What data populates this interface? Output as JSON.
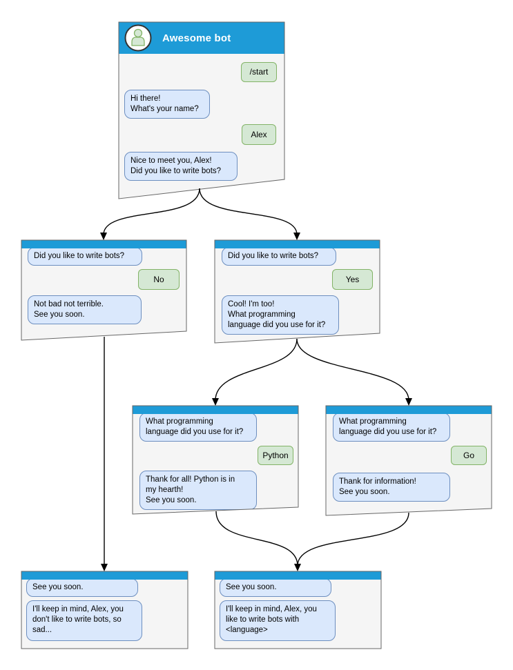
{
  "colors": {
    "header_blue": "#1e9bd7",
    "window_bg": "#f5f5f5",
    "window_border": "#666666",
    "bot_bubble_fill": "#dae8fc",
    "bot_bubble_border": "#6c8ebf",
    "user_bubble_fill": "#d5e8d4",
    "user_bubble_border": "#82b366",
    "arrow": "#000000"
  },
  "windows": [
    {
      "id": "root",
      "title": "Awesome bot",
      "messages": [
        {
          "type": "user",
          "text": "/start"
        },
        {
          "type": "bot",
          "text": "Hi there!\nWhat's your name?"
        },
        {
          "type": "user",
          "text": "Alex"
        },
        {
          "type": "bot",
          "text": "Nice to meet you, Alex!\nDid you like to write bots?"
        }
      ]
    },
    {
      "id": "branch-no",
      "messages": [
        {
          "type": "bot",
          "text": "Did you like to write bots?"
        },
        {
          "type": "user",
          "text": "No"
        },
        {
          "type": "bot",
          "text": "Not bad not terrible.\nSee you soon."
        }
      ]
    },
    {
      "id": "branch-yes",
      "messages": [
        {
          "type": "bot",
          "text": "Did you like to write bots?"
        },
        {
          "type": "user",
          "text": "Yes"
        },
        {
          "type": "bot",
          "text": "Cool! I'm too!\nWhat programming\nlanguage did you use for it?"
        }
      ]
    },
    {
      "id": "branch-python",
      "messages": [
        {
          "type": "bot",
          "text": "What programming\nlanguage did you use for it?"
        },
        {
          "type": "user",
          "text": "Python"
        },
        {
          "type": "bot",
          "text": "Thank for all! Python is in\nmy hearth!\nSee you soon."
        }
      ]
    },
    {
      "id": "branch-go",
      "messages": [
        {
          "type": "bot",
          "text": "What programming\nlanguage did you use for it?"
        },
        {
          "type": "user",
          "text": "Go"
        },
        {
          "type": "bot",
          "text": "Thank for information!\nSee you soon."
        }
      ]
    },
    {
      "id": "end-no",
      "messages": [
        {
          "type": "bot",
          "text": "See you soon."
        },
        {
          "type": "bot",
          "text": "I'll keep in mind, Alex, you\ndon't like to write bots, so\nsad..."
        }
      ]
    },
    {
      "id": "end-language",
      "messages": [
        {
          "type": "bot",
          "text": "See you soon."
        },
        {
          "type": "bot",
          "text": "I'll keep in mind, Alex, you\nlike to write bots with\n<language>"
        }
      ]
    }
  ]
}
